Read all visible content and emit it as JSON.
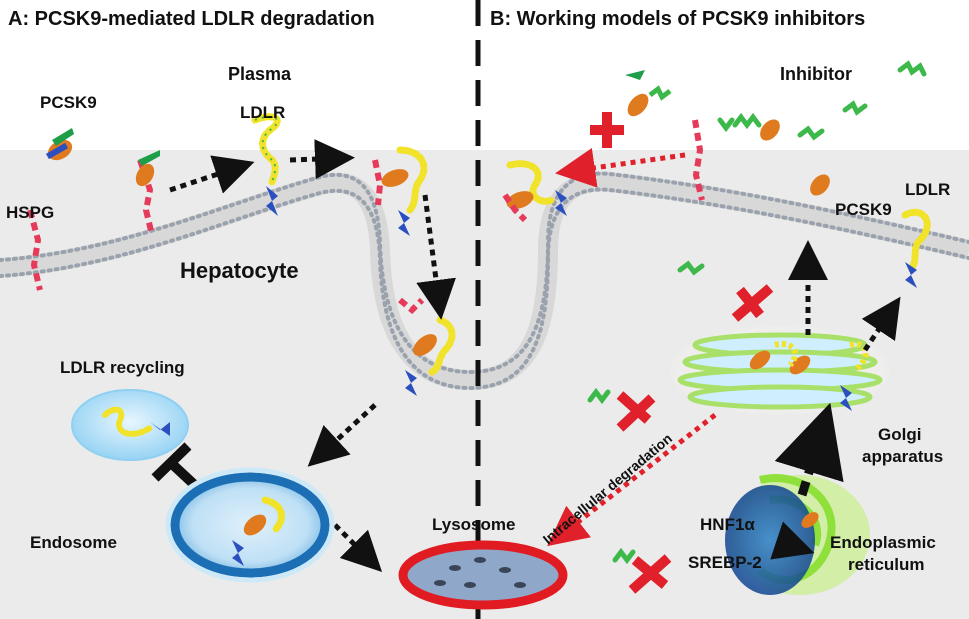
{
  "panel_a": {
    "title": "A: PCSK9-mediated LDLR degradation",
    "labels": {
      "plasma": "Plasma",
      "pcsk9": "PCSK9",
      "ldlr": "LDLR",
      "hspg": "HSPG",
      "hepatocyte": "Hepatocyte",
      "ldlr_recycling": "LDLR recycling",
      "endosome": "Endosome",
      "lysosome": "Lysosome"
    }
  },
  "panel_b": {
    "title": "B: Working models of PCSK9 inhibitors",
    "labels": {
      "inhibitor": "Inhibitor",
      "pcsk9": "PCSK9",
      "ldlr": "LDLR",
      "intracellular_degradation": "Intracellular degradation",
      "golgi_line1": "Golgi",
      "golgi_line2": "apparatus",
      "hnf1a": "HNF1α",
      "srebp2": "SREBP-2",
      "er_line1": "Endoplasmic",
      "er_line2": "reticulum"
    }
  },
  "colors": {
    "plasma_bg": "#ffffff",
    "cell_bg": "#ebebeb",
    "membrane_bead": "#9aa2ad",
    "inhibit_red": "#e0202a",
    "lysosome_red": "#e11b22",
    "endosome_blue": "#1c6fb5",
    "golgi_green": "#a8e06a",
    "er_green": "#8fe03a"
  }
}
